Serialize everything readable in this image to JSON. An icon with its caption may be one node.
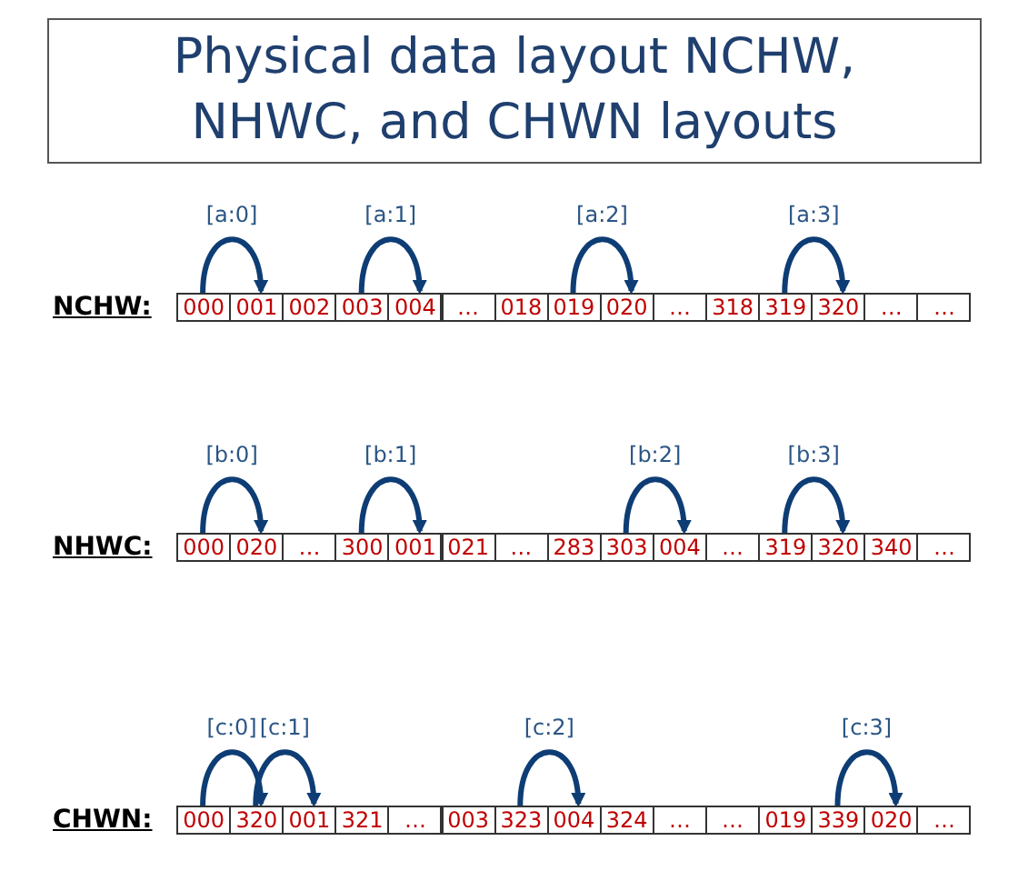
{
  "diagram": {
    "title": "Physical data layout NCHW, NHWC, and CHWN layouts",
    "nodes": [
      {
        "text": [
          "000"
        ]
      },
      {
        "text": [
          "001"
        ]
      },
      {
        "text": [
          "002"
        ]
      },
      {
        "text": [
          "003"
        ]
      },
      {
        "text": [
          "004"
        ]
      },
      {
        "text": [
          "…"
        ]
      },
      {
        "text": [
          "018"
        ]
      },
      {
        "text": [
          "019"
        ]
      },
      {
        "text": [
          "020"
        ]
      },
      {
        "text": [
          "…"
        ]
      },
      {
        "text": [
          "318"
        ]
      },
      {
        "text": [
          "319"
        ]
      },
      {
        "text": [
          "320"
        ]
      },
      {
        "text": [
          "…"
        ]
      },
      {
        "text": [
          "…"
        ]
      },
      {
        "text": [
          "000"
        ]
      },
      {
        "text": [
          "020"
        ]
      },
      {
        "text": [
          "…"
        ]
      },
      {
        "text": [
          "300"
        ]
      },
      {
        "text": [
          "001"
        ]
      },
      {
        "text": [
          "021"
        ]
      },
      {
        "text": [
          "…"
        ]
      },
      {
        "text": [
          "283"
        ]
      },
      {
        "text": [
          "303"
        ]
      },
      {
        "text": [
          "004"
        ]
      },
      {
        "text": [
          "…"
        ]
      },
      {
        "text": [
          "319"
        ]
      },
      {
        "text": [
          "320"
        ]
      },
      {
        "text": [
          "340"
        ]
      },
      {
        "text": [
          "…"
        ]
      },
      {
        "text": [
          "000"
        ]
      },
      {
        "text": [
          "320"
        ]
      },
      {
        "text": [
          "001"
        ]
      },
      {
        "text": [
          "321"
        ]
      },
      {
        "text": [
          "…"
        ]
      },
      {
        "text": [
          "003"
        ]
      },
      {
        "text": [
          "323"
        ]
      },
      {
        "text": [
          "004"
        ]
      },
      {
        "text": [
          "324"
        ]
      },
      {
        "text": [
          "…"
        ]
      },
      {
        "text": [
          "…"
        ]
      },
      {
        "text": [
          "019"
        ]
      },
      {
        "text": [
          "339"
        ]
      },
      {
        "text": [
          "020"
        ]
      },
      {
        "text": [
          "…"
        ]
      }
    ],
    "edges": [
      {
        "from": 0,
        "to": 1,
        "arrow": "to",
        "label": "[a:0]"
      },
      {
        "from": 3,
        "to": 4,
        "arrow": "to",
        "label": "[a:1]"
      },
      {
        "from": 7,
        "to": 8,
        "arrow": "to",
        "label": "[a:2]"
      },
      {
        "from": 11,
        "to": 12,
        "arrow": "to",
        "label": "[a:3]"
      },
      {
        "from": 15,
        "to": 16,
        "arrow": "to",
        "label": "[b:0]"
      },
      {
        "from": 18,
        "to": 19,
        "arrow": "to",
        "label": "[b:1]"
      },
      {
        "from": 23,
        "to": 24,
        "arrow": "to",
        "label": "[b:2]"
      },
      {
        "from": 26,
        "to": 27,
        "arrow": "to",
        "label": "[b:3]"
      },
      {
        "from": 30,
        "to": 31,
        "arrow": "to",
        "label": "[c:0]"
      },
      {
        "from": 31,
        "to": 32,
        "arrow": "to",
        "label": "[c:1]"
      },
      {
        "from": 36,
        "to": 37,
        "arrow": "to",
        "label": "[c:2]"
      },
      {
        "from": 42,
        "to": 43,
        "arrow": "to",
        "label": "[c:3]"
      }
    ],
    "labels": [
      "NCHW:",
      "NHWC:",
      "CHWN:"
    ]
  }
}
